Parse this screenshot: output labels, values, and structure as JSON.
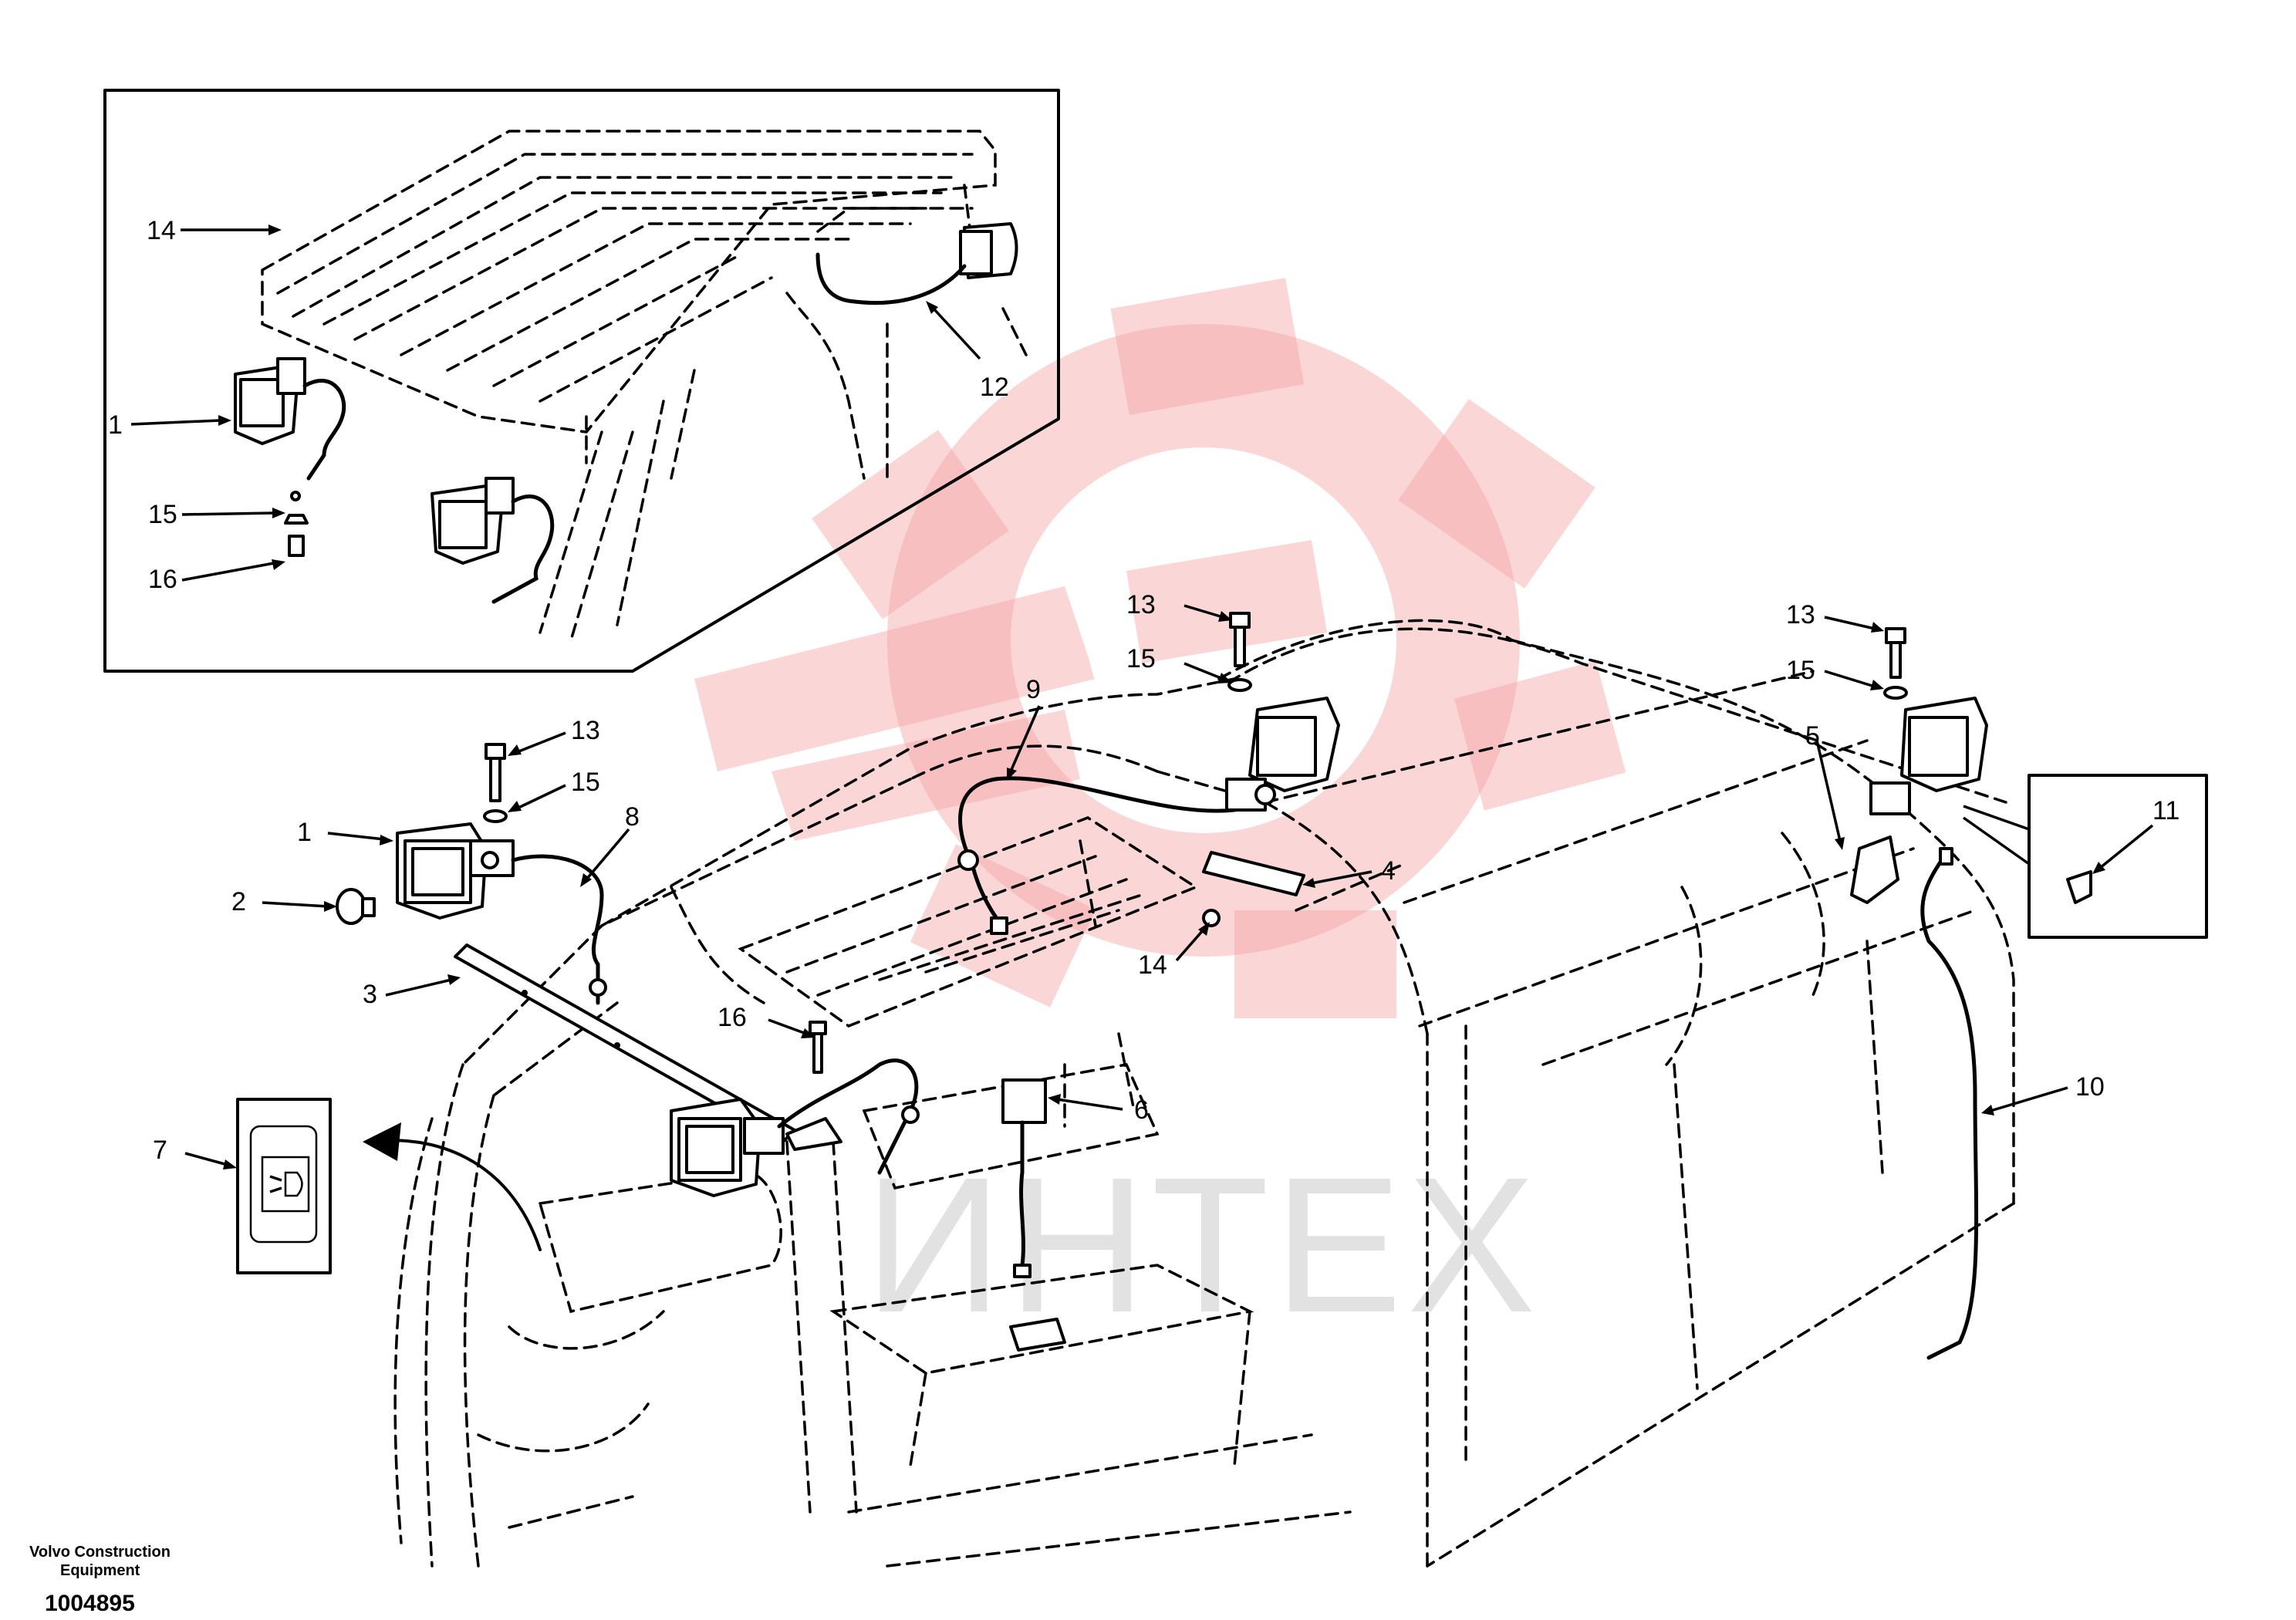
{
  "watermark": {
    "text": "ИНТЕХ",
    "color": "#f5a5a5"
  },
  "footer": {
    "company_line1": "Volvo Construction",
    "company_line2": "Equipment",
    "document_number": "1004895"
  },
  "callouts": {
    "inset_1": "1",
    "inset_12": "12",
    "inset_14": "14",
    "inset_15": "15",
    "inset_16": "16",
    "main_1": "1",
    "main_2": "2",
    "main_3": "3",
    "main_4": "4",
    "main_5": "5",
    "main_6": "6",
    "main_7": "7",
    "main_8": "8",
    "main_9": "9",
    "main_10": "10",
    "main_11": "11",
    "main_13a": "13",
    "main_13b": "13",
    "main_13c": "13",
    "main_14": "14",
    "main_15a": "15",
    "main_15b": "15",
    "main_15c": "15",
    "main_16": "16"
  }
}
